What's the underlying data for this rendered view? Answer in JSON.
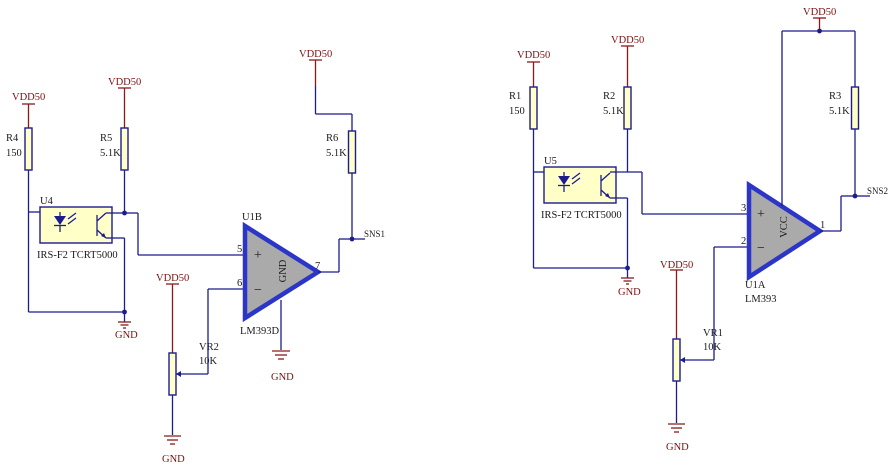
{
  "colors": {
    "wire": "#1c1c8c",
    "power": "#8a1a1a",
    "label": "#1a1a1a",
    "power_label": "#7a1010",
    "component_fill": "#ffffc8",
    "opamp_fill": "#aaaaaa",
    "opamp_outline": "#2b35c8"
  },
  "circuit1": {
    "vdd_r4": "VDD50",
    "vdd_r5": "VDD50",
    "vdd_r6": "VDD50",
    "vdd_vr2": "VDD50",
    "r4_ref": "R4",
    "r4_val": "150",
    "r5_ref": "R5",
    "r5_val": "5.1K",
    "r6_ref": "R6",
    "r6_val": "5.1K",
    "u4_ref": "U4",
    "u4_part": "IRS-F2 TCRT5000",
    "u1b_ref": "U1B",
    "u1b_part": "LM393D",
    "u1b_pin_plus": "5",
    "u1b_pin_minus": "6",
    "u1b_pin_out": "7",
    "u1b_power_label": "GND",
    "vr2_ref": "VR2",
    "vr2_val": "10K",
    "net_out": "SNS1",
    "gnd_u4": "GND",
    "gnd_u1b": "GND",
    "gnd_vr2": "GND"
  },
  "circuit2": {
    "vdd_r1": "VDD50",
    "vdd_r2": "VDD50",
    "vdd_top": "VDD50",
    "vdd_vr1": "VDD50",
    "r1_ref": "R1",
    "r1_val": "150",
    "r2_ref": "R2",
    "r2_val": "5.1K",
    "r3_ref": "R3",
    "r3_val": "5.1K",
    "u5_ref": "U5",
    "u5_part": "IRS-F2 TCRT5000",
    "u1a_ref": "U1A",
    "u1a_part": "LM393",
    "u1a_pin_plus": "3",
    "u1a_pin_minus": "2",
    "u1a_pin_out": "1",
    "u1a_power_label": "VCC",
    "vr1_ref": "VR1",
    "vr1_val": "10K",
    "net_out": "SNS2",
    "gnd_u5": "GND",
    "gnd_vr1": "GND"
  },
  "symbols": {
    "plus": "+",
    "minus": "−"
  }
}
